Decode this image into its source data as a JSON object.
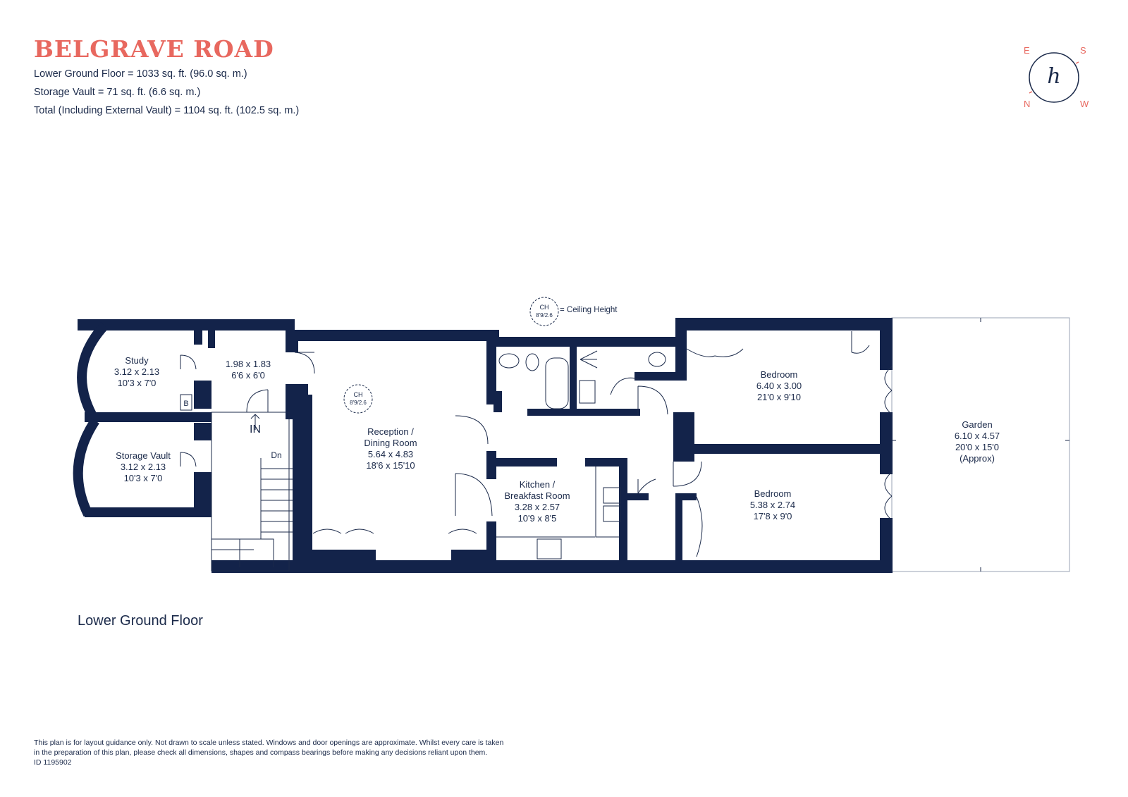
{
  "header": {
    "title": "BELGRAVE ROAD",
    "areas": [
      "Lower Ground Floor  = 1033 sq. ft. (96.0 sq. m.)",
      "Storage Vault = 71 sq. ft. (6.6 sq. m.)",
      "Total (Including External Vault) = 1104 sq. ft. (102.5 sq. m.)"
    ]
  },
  "compass": {
    "letters": [
      "E",
      "S",
      "N",
      "W"
    ],
    "logo": "h",
    "color": "#e8685f"
  },
  "legend": {
    "ch_label": "CH",
    "ch_value": "8'9/2.6",
    "text": "= Ceiling Height"
  },
  "rooms": {
    "study": {
      "name": "Study",
      "metric": "3.12 x 2.13",
      "imperial": "10'3 x 7'0"
    },
    "storage": {
      "name": "Storage Vault",
      "metric": "3.12 x 2.13",
      "imperial": "10'3 x 7'0"
    },
    "hall": {
      "metric": "1.98 x 1.83",
      "imperial": "6'6 x 6'0"
    },
    "reception": {
      "name_line1": "Reception /",
      "name_line2": "Dining Room",
      "metric": "5.64 x 4.83",
      "imperial": "18'6 x 15'10",
      "ch_label": "CH",
      "ch_value": "8'9/2.6"
    },
    "kitchen": {
      "name_line1": "Kitchen /",
      "name_line2": "Breakfast Room",
      "metric": "3.28 x 2.57",
      "imperial": "10'9 x 8'5"
    },
    "bedroom1": {
      "name": "Bedroom",
      "metric": "6.40 x 3.00",
      "imperial": "21'0 x 9'10"
    },
    "bedroom2": {
      "name": "Bedroom",
      "metric": "5.38 x 2.74",
      "imperial": "17'8 x 9'0"
    },
    "garden": {
      "name": "Garden",
      "metric": "6.10 x 4.57",
      "imperial": "20'0 x 15'0",
      "note": "(Approx)"
    }
  },
  "markers": {
    "boiler": "B",
    "entrance": "IN",
    "stairs_down": "Dn"
  },
  "floor_label": "Lower Ground Floor",
  "disclaimer": [
    "This plan is for layout guidance only. Not drawn to scale unless stated. Windows and door openings are approximate. Whilst every care is taken",
    "in the preparation of this plan, please check all dimensions, shapes and compass bearings before making any decisions reliant upon them.",
    "ID 1195902"
  ],
  "colors": {
    "walls": "#13234a",
    "accent": "#e8685f",
    "text": "#1b2a4a"
  }
}
